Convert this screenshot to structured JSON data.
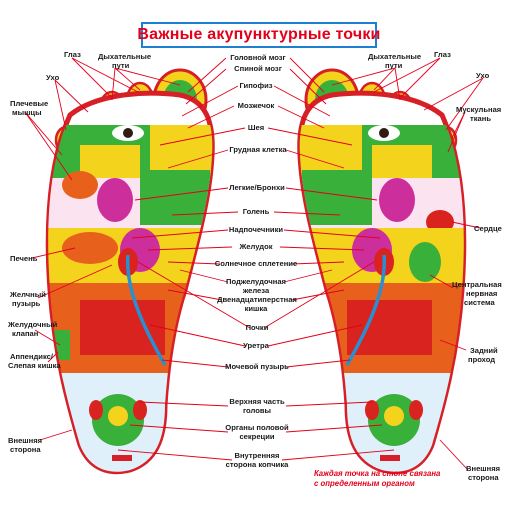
{
  "title": "Важные акупунктурные точки",
  "labels": {
    "glaz": "Глаз",
    "dyhat1": "Дыхательные",
    "dyhat2": "пути",
    "uho": "Ухо",
    "plech1": "Плечевые",
    "plech2": "мышцы",
    "pechen": "Печень",
    "zhelch1": "Желчный",
    "zhelch2": "пузырь",
    "zhelkl1": "Желудочный",
    "zhelkl2": "клапан",
    "append1": "Аппендикс/",
    "append2": "Слепая кишка",
    "vnesh1": "Внешняя",
    "vnesh2": "сторона",
    "mozg_g": "Головной мозг",
    "mozg_s": "Спиной мозг",
    "gipofiz": "Гипофиз",
    "mozzhechok": "Мозжечок",
    "sheya": "Шея",
    "grud": "Грудная клетка",
    "legkie": "Легкие/Бронхи",
    "golen": "Голень",
    "nadpoch": "Надпочечники",
    "zheludok": "Желудок",
    "solnech": "Солнечное сплетение",
    "podzh1": "Поджелудочная",
    "podzh2": "железа",
    "dvenad1": "Двенадцатиперстная",
    "dvenad2": "кишка",
    "pochki": "Почки",
    "uretra": "Уретра",
    "mochev": "Мочевой пузырь",
    "verh1": "Верхняя часть",
    "verh2": "головы",
    "organy1": "Органы половой",
    "organy2": "секреции",
    "vnutr1": "Внутренняя",
    "vnutr2": "сторона копчика",
    "muskul1": "Мускульная",
    "muskul2": "ткань",
    "serdce": "Сердце",
    "centr1": "Центральная",
    "centr2": "нервная",
    "centr3": "система",
    "zadn1": "Задний",
    "zadn2": "проход",
    "note1": "Каждая точка на стопе связана",
    "note2": "с определенным органом"
  },
  "colors": {
    "title_text": "#e3001b",
    "title_border": "#1c7fd0",
    "leader_line": "#e3001b",
    "sole_edge": "#d61f26",
    "green": "#38b03a",
    "yellow": "#f4d31c",
    "magenta": "#cc2e9c",
    "orange": "#e8611c",
    "blue": "#2a8fd0",
    "red": "#d9231f",
    "light_blue": "#dff0fb"
  }
}
